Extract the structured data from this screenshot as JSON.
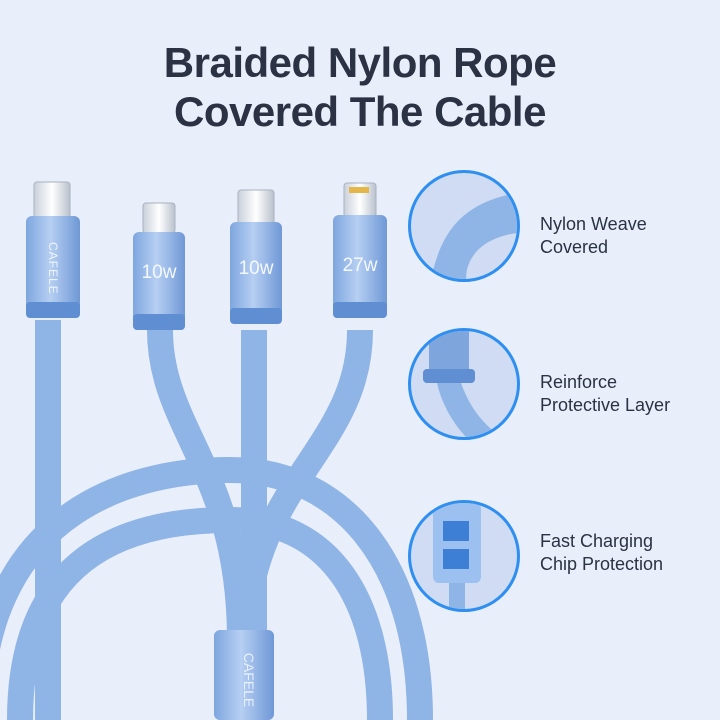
{
  "title": {
    "line1": "Braided Nylon Rope",
    "line2": "Covered The Cable"
  },
  "cables": [
    {
      "connector": "usb-c",
      "label": "CAFELE"
    },
    {
      "connector": "micro-usb",
      "label": "10w"
    },
    {
      "connector": "usb-c",
      "label": "10w"
    },
    {
      "connector": "lightning",
      "label": "27w"
    }
  ],
  "features": [
    {
      "icon": "nylon-weave-closeup",
      "line1": "Nylon Weave",
      "line2": "Covered"
    },
    {
      "icon": "protective-layer-closeup",
      "line1": "Reinforce",
      "line2": "Protective Layer"
    },
    {
      "icon": "charging-chip-closeup",
      "line1": "Fast Charging",
      "line2": "Chip Protection"
    }
  ],
  "colors": {
    "background": "#e8eefa",
    "cable": "#8fb4e6",
    "accent": "#2f8ff0",
    "title": "#2a3243"
  }
}
